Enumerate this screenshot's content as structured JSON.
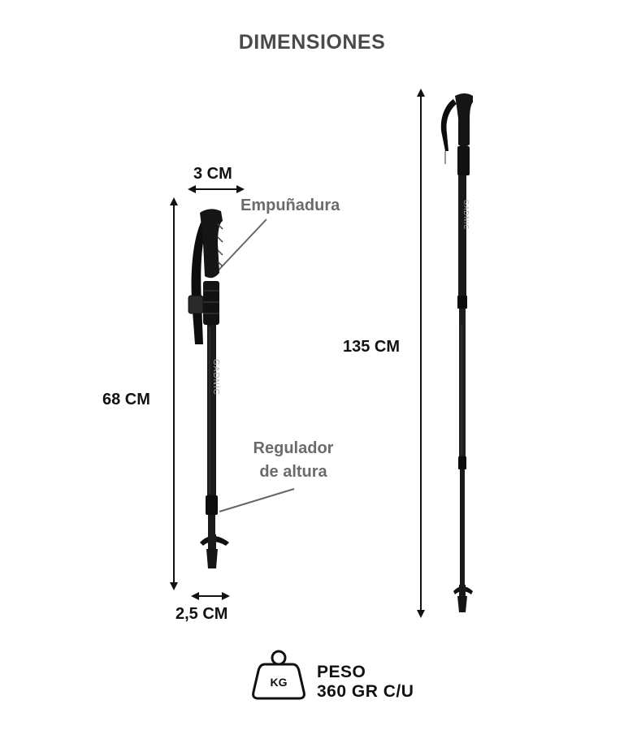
{
  "title": "DIMENSIONES",
  "dimensions": {
    "grip_width": "3 CM",
    "folded_height": "68 CM",
    "base_width": "2,5 CM",
    "extended_height": "135 CM"
  },
  "callouts": {
    "grip": "Empuñadura",
    "regulator_line1": "Regulador",
    "regulator_line2": "de altura"
  },
  "brand": "GADNIC",
  "weight": {
    "icon_label": "KG",
    "label": "PESO",
    "value": "360 GR C/U"
  },
  "colors": {
    "text_dark": "#111111",
    "text_gray": "#6b6b6b",
    "title_gray": "#4a4a4a",
    "pole_black": "#1a1a1a"
  }
}
